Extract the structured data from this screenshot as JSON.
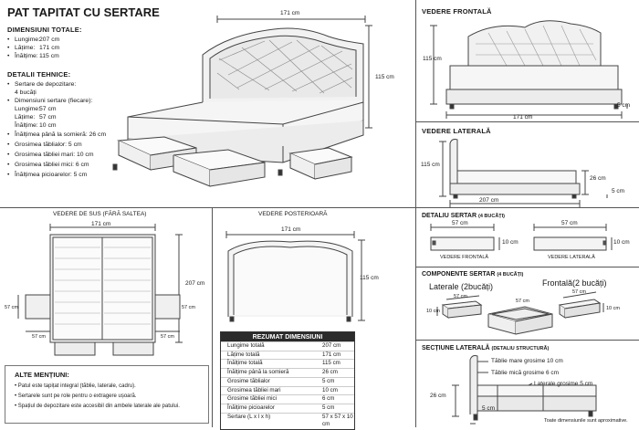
{
  "header": {
    "title": "PAT TAPITAT CU SERTARE"
  },
  "overall": {
    "heading": "DIMENSIUNI TOTALE:",
    "items": [
      {
        "label": "Lungime:",
        "value": "207 cm"
      },
      {
        "label": "Lățime:",
        "value": "171 cm"
      },
      {
        "label": "Înălțime:",
        "value": "115 cm"
      }
    ]
  },
  "technical": {
    "heading": "DETALII TEHNICE:",
    "storage_label": "Sertare de depozitare:",
    "storage_count": "4 bucăți",
    "drawer_dims_label": "Dimensiuni sertare (fiecare):",
    "drawer_dims": [
      {
        "label": "Lungime:",
        "value": "57 cm"
      },
      {
        "label": "Lățime:",
        "value": "57 cm"
      },
      {
        "label": "Înălțime:",
        "value": "10 cm"
      }
    ],
    "items": [
      "Înălțimea până la somieră: 26 cm",
      "Grosimea tăblialor: 5 cm",
      "Grosimea tăbliei mari: 10 cm",
      "Grosimea tăbliei mici: 6 cm",
      "Înălțimea picioarelor: 5 cm"
    ]
  },
  "main_view": {
    "width": "171 cm",
    "height": "115 cm"
  },
  "front_view": {
    "heading": "VEDERE FRONTALĂ",
    "height": "115 cm",
    "width": "171 cm",
    "leg": "5 cm"
  },
  "side_view": {
    "heading": "VEDERE LATERALĂ",
    "height": "115 cm",
    "length": "207 cm",
    "frame": "26 cm",
    "leg": "5 cm"
  },
  "top_view": {
    "heading": "VEDERE DE SUS (FĂRĂ SALTEA)",
    "width": "171 cm",
    "length": "207 cm",
    "drawer_a": "57 cm",
    "drawer_b": "57 cm",
    "drawer_c": "57 cm",
    "drawer_d": "57 cm"
  },
  "back_view": {
    "heading": "VEDERE POSTERIOARĂ",
    "width": "171 cm",
    "height": "115 cm"
  },
  "drawer_detail": {
    "heading": "DETALIU SERTAR",
    "heading_note": "(4 BUCĂȚI)",
    "front": {
      "width": "57 cm",
      "height": "10 cm",
      "caption": "VEDERE FRONTALĂ"
    },
    "side": {
      "width": "57 cm",
      "height": "10 cm",
      "caption": "VEDERE LATERALĂ"
    }
  },
  "components": {
    "heading": "COMPONENTE SERTAR",
    "heading_note": "(4 BUCĂȚI)",
    "laterals": "Laterale (2bucăți)",
    "fronts": "Frontală(2 bucăți)",
    "dim_57a": "57 cm",
    "dim_10a": "10 cm",
    "dim_57b": "57 cm",
    "dim_57c": "57 cm",
    "dim_10b": "10 cm"
  },
  "section": {
    "heading": "SECȚIUNE LATERALĂ",
    "heading_note": "(DETALIU STRUCTURĂ)",
    "big_board": "Tăblie mare grosime 10 cm",
    "small_board": "Tăblie mică grosime 6 cm",
    "side_panels": "Laterale grosime 5 cm",
    "height": "26 cm",
    "leg": "5 cm"
  },
  "summary": {
    "heading": "REZUMAT DIMENSIUNI",
    "rows": [
      {
        "label": "Lungime totală",
        "value": "207 cm"
      },
      {
        "label": "Lățime totală",
        "value": "171 cm"
      },
      {
        "label": "Înălțime totală",
        "value": "115 cm"
      },
      {
        "label": "Înălțime până la somieră",
        "value": "26 cm"
      },
      {
        "label": "Grosime tăblialor",
        "value": "5 cm"
      },
      {
        "label": "Grosimea tăbliei mari",
        "value": "10 cm"
      },
      {
        "label": "Grosime tăbliei mici",
        "value": "6 cm"
      },
      {
        "label": "Înălțime picioarelor",
        "value": "5 cm"
      },
      {
        "label": "Sertare (L x l x h)",
        "value": "57 x 57 x 10 cm"
      }
    ]
  },
  "notes": {
    "heading": "ALTE MENȚIUNI:",
    "items": [
      "Patul este tapițat integral (tăblie, laterale, cadru).",
      "Sertarele sunt pe role pentru o extragere ușoară.",
      "Spațiul de depozitare este accesibil din ambele laterale ale patului."
    ]
  },
  "footer": {
    "note": "Toate dimensiunile sunt aproximative."
  }
}
